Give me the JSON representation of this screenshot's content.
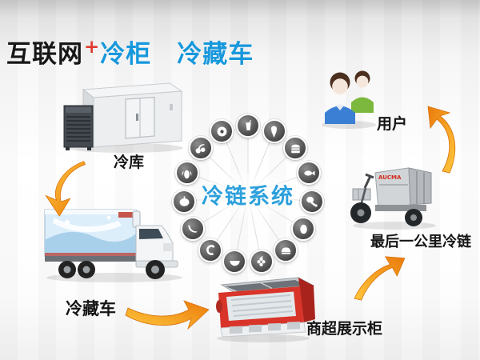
{
  "title": {
    "black_part": "互联网",
    "plus": "+",
    "blue_part": "冷柜　冷藏车"
  },
  "center_hub": {
    "label": "冷链系统"
  },
  "ring": {
    "icons": [
      "drink-icon",
      "ice-cream-icon",
      "burger-icon",
      "fish-icon",
      "chicken-icon",
      "egg-icon",
      "bread-icon",
      "grapes-icon",
      "watermelon-icon",
      "shrimp-icon",
      "banana-icon",
      "pumpkin-icon",
      "corn-icon",
      "cherry-icon",
      "kiwi-icon"
    ]
  },
  "nodes": {
    "cold_storage": {
      "label": "冷库"
    },
    "refrigerated_truck": {
      "label": "冷藏车"
    },
    "display_cabinet": {
      "label": "商超展示柜"
    },
    "last_mile_trike": {
      "label": "最后一公里冷链",
      "brand": "AUCMA"
    },
    "users": {
      "label": "用户"
    }
  },
  "colors": {
    "title_blue": "#1798dc",
    "plus_red": "#e03a2f",
    "center_blue": "#2da0db",
    "label_color": "#141414",
    "arrow_light": "#ffc33d",
    "arrow_dark": "#ea7a0b"
  }
}
